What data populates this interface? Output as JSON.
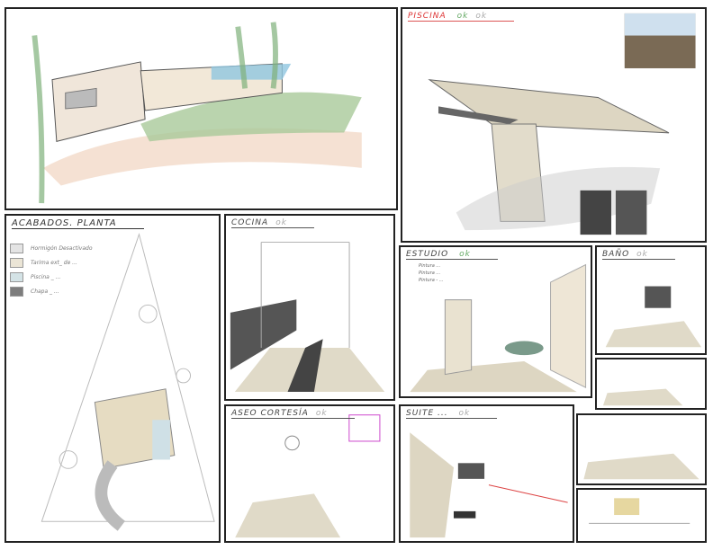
{
  "panels": {
    "exterior": {},
    "piscina": {
      "title": "PISCINA",
      "ok1": "ok",
      "ok2": "ok"
    },
    "acabados": {
      "title": "ACABADOS. PLANTA",
      "legend": [
        {
          "label": "Hormigón Desactivado",
          "color": "#e4e4e4"
        },
        {
          "label": "Tarima ext_ de ...",
          "color": "#ebe5d6"
        },
        {
          "label": "Piscina _ ... ",
          "color": "#d4e3e6"
        },
        {
          "label": "Chapa _ ...",
          "color": "#7d7d7d"
        }
      ]
    },
    "cocina": {
      "title": "COCINA",
      "ok": "ok"
    },
    "estudio": {
      "title": "ESTUDIO",
      "ok": "ok",
      "notes": [
        "Pintura ... ",
        "Pintura ... ",
        "Pintura - ... "
      ]
    },
    "bano": {
      "title": "BAÑO",
      "ok": "ok"
    },
    "aseo": {
      "title": "ASEO CORTESÍA",
      "ok": "ok"
    },
    "suite": {
      "title": "SUITE ... ",
      "ok": "ok"
    }
  },
  "colors": {
    "accent_red": "#d33",
    "ok_green": "#6a6",
    "sand": "#d9d2bf",
    "dark": "#555"
  }
}
